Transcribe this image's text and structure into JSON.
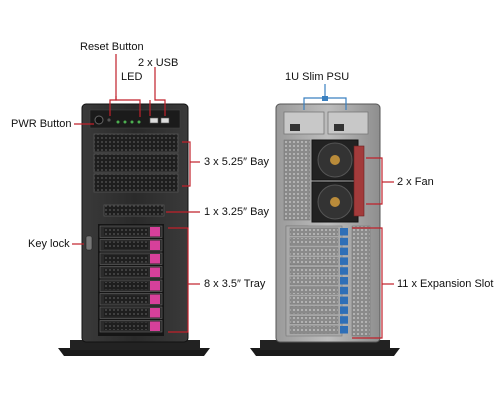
{
  "front_labels": {
    "reset_button": "Reset Button",
    "led": "LED",
    "usb": "2 x USB",
    "pwr_button": "PWR Button",
    "bay_525": "3 x 5.25″ Bay",
    "bay_325": "1 x 3.25″ Bay",
    "key_lock": "Key lock",
    "tray_35": "8 x 3.5″ Tray"
  },
  "rear_labels": {
    "psu": "1U Slim PSU",
    "fan": "2 x Fan",
    "expansion": "11 x Expansion Slot"
  },
  "colors": {
    "callout": "#c0202a",
    "psu_callout": "#3a80c0",
    "tray_handle": "#d6409a",
    "slot_clip": "#2f6fb7",
    "chassis": "#2e2e2e"
  }
}
